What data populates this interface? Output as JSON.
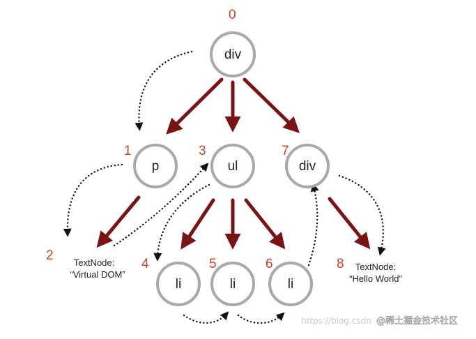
{
  "nodes": {
    "div_root": {
      "label": "div",
      "index": "0"
    },
    "p": {
      "label": "p",
      "index": "1"
    },
    "ul": {
      "label": "ul",
      "index": "3"
    },
    "div_child": {
      "label": "div",
      "index": "7"
    },
    "li_1": {
      "label": "li",
      "index": "4"
    },
    "li_2": {
      "label": "li",
      "index": "5"
    },
    "li_3": {
      "label": "li",
      "index": "6"
    }
  },
  "text_nodes": {
    "virtual_dom": {
      "index": "2",
      "line1": "TextNode:",
      "line2": "“Virtual DOM”"
    },
    "hello_world": {
      "index": "8",
      "line1": "TextNode:",
      "line2": "“Hello World”"
    }
  },
  "colors": {
    "edge": "#7a1414",
    "circle_stroke": "#a9a9a9",
    "index_label": "#c8452c",
    "traversal": "#111111"
  },
  "watermark": {
    "url_text": "https://blog.csdn",
    "site_text": "@稀土掘金技术社区"
  }
}
